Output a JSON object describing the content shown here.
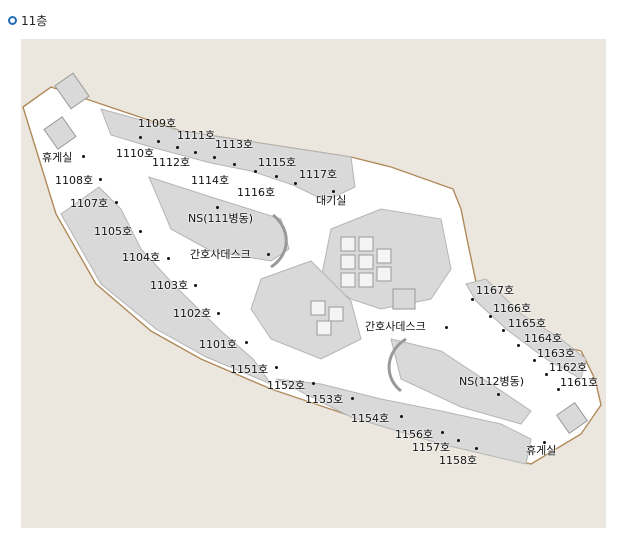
{
  "floor": {
    "title": "11층"
  },
  "colors": {
    "background": "#ebe7df",
    "building": "#ffffff",
    "outline": "#b08a5a",
    "room": "#d9d9d9",
    "room_stroke": "#b5b5b5",
    "bullet": "#1e6bb8"
  },
  "labels": {
    "r1109": "1109호",
    "r1111": "1111호",
    "r1113": "1113호",
    "r1110": "1110호",
    "r1112": "1112호",
    "r1115": "1115호",
    "r1117": "1117호",
    "r1114": "1114호",
    "r1116": "1116호",
    "waiting": "대기실",
    "lounge_w": "휴게실",
    "r1108": "1108호",
    "r1107": "1107호",
    "ns111": "NS(111병동)",
    "r1105": "1105호",
    "nurse_desk_1": "간호사데스크",
    "r1104": "1104호",
    "r1103": "1103호",
    "r1102": "1102호",
    "r1101": "1101호",
    "r1167": "1167호",
    "r1166": "1166호",
    "nurse_desk_2": "간호사데스크",
    "r1165": "1165호",
    "r1164": "1164호",
    "r1163": "1163호",
    "r1162": "1162호",
    "r1151": "1151호",
    "ns112": "NS(112병동)",
    "r1161": "1161호",
    "r1152": "1152호",
    "r1153": "1153호",
    "r1154": "1154호",
    "r1156": "1156호",
    "r1157": "1157호",
    "r1158": "1158호",
    "lounge_e": "휴게실"
  }
}
